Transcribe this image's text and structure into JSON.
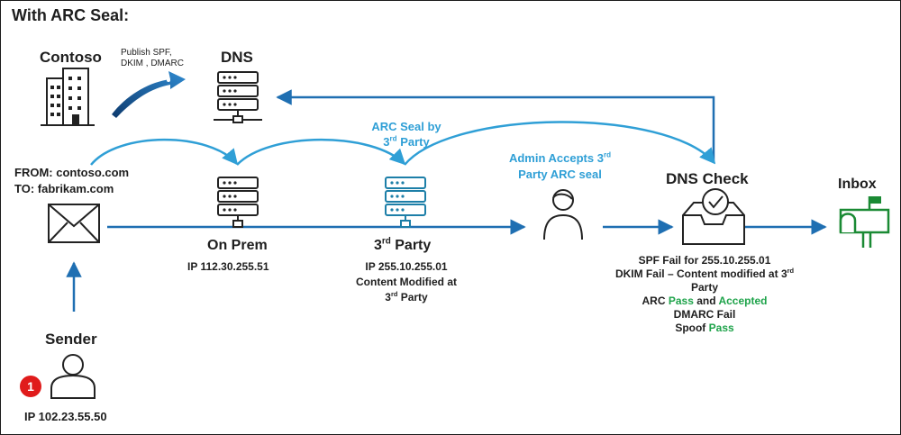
{
  "title": "With ARC Seal:",
  "contoso": {
    "label": "Contoso"
  },
  "publish": {
    "line1": "Publish SPF,",
    "line2": "DKIM , DMARC"
  },
  "dns": {
    "label": "DNS"
  },
  "from": {
    "line1": "FROM: contoso.com",
    "line2": "TO: fabrikam.com"
  },
  "arc_seal": {
    "line1": "ARC Seal by",
    "line2_pre": "3",
    "line2_sup": "rd",
    "line2_post": " Party"
  },
  "admin": {
    "line1_pre": "Admin Accepts 3",
    "line1_sup": "rd",
    "line2": "Party ARC seal"
  },
  "dns_check": {
    "label": "DNS Check"
  },
  "inbox": {
    "label": "Inbox"
  },
  "on_prem": {
    "label": "On Prem",
    "ip": "IP 112.30.255.51"
  },
  "third_party": {
    "label_pre": "3",
    "label_sup": "rd",
    "label_post": " Party",
    "ip": "IP 255.10.255.01",
    "note1": "Content Modified at",
    "note2_pre": "3",
    "note2_sup": "rd",
    "note2_post": " Party"
  },
  "results": {
    "spf": "SPF Fail for 255.10.255.01",
    "dkim_pre": "DKIM Fail – Content modified at 3",
    "dkim_sup": "rd",
    "dkim_line2": "Party",
    "arc_pre": "ARC ",
    "arc_pass": "Pass",
    "arc_mid": " and ",
    "arc_accepted": "Accepted",
    "dmarc": "DMARC Fail",
    "spoof_pre": "Spoof ",
    "spoof_pass": "Pass"
  },
  "sender": {
    "label": "Sender",
    "step_number": "1",
    "ip": "IP 102.23.55.50"
  },
  "colors": {
    "arc_blue": "#2f9fd6",
    "flow_blue": "#1f6fb2",
    "pass_green": "#1ea34a",
    "inbox_green": "#1a8a34",
    "step_red": "#e01b1b"
  }
}
